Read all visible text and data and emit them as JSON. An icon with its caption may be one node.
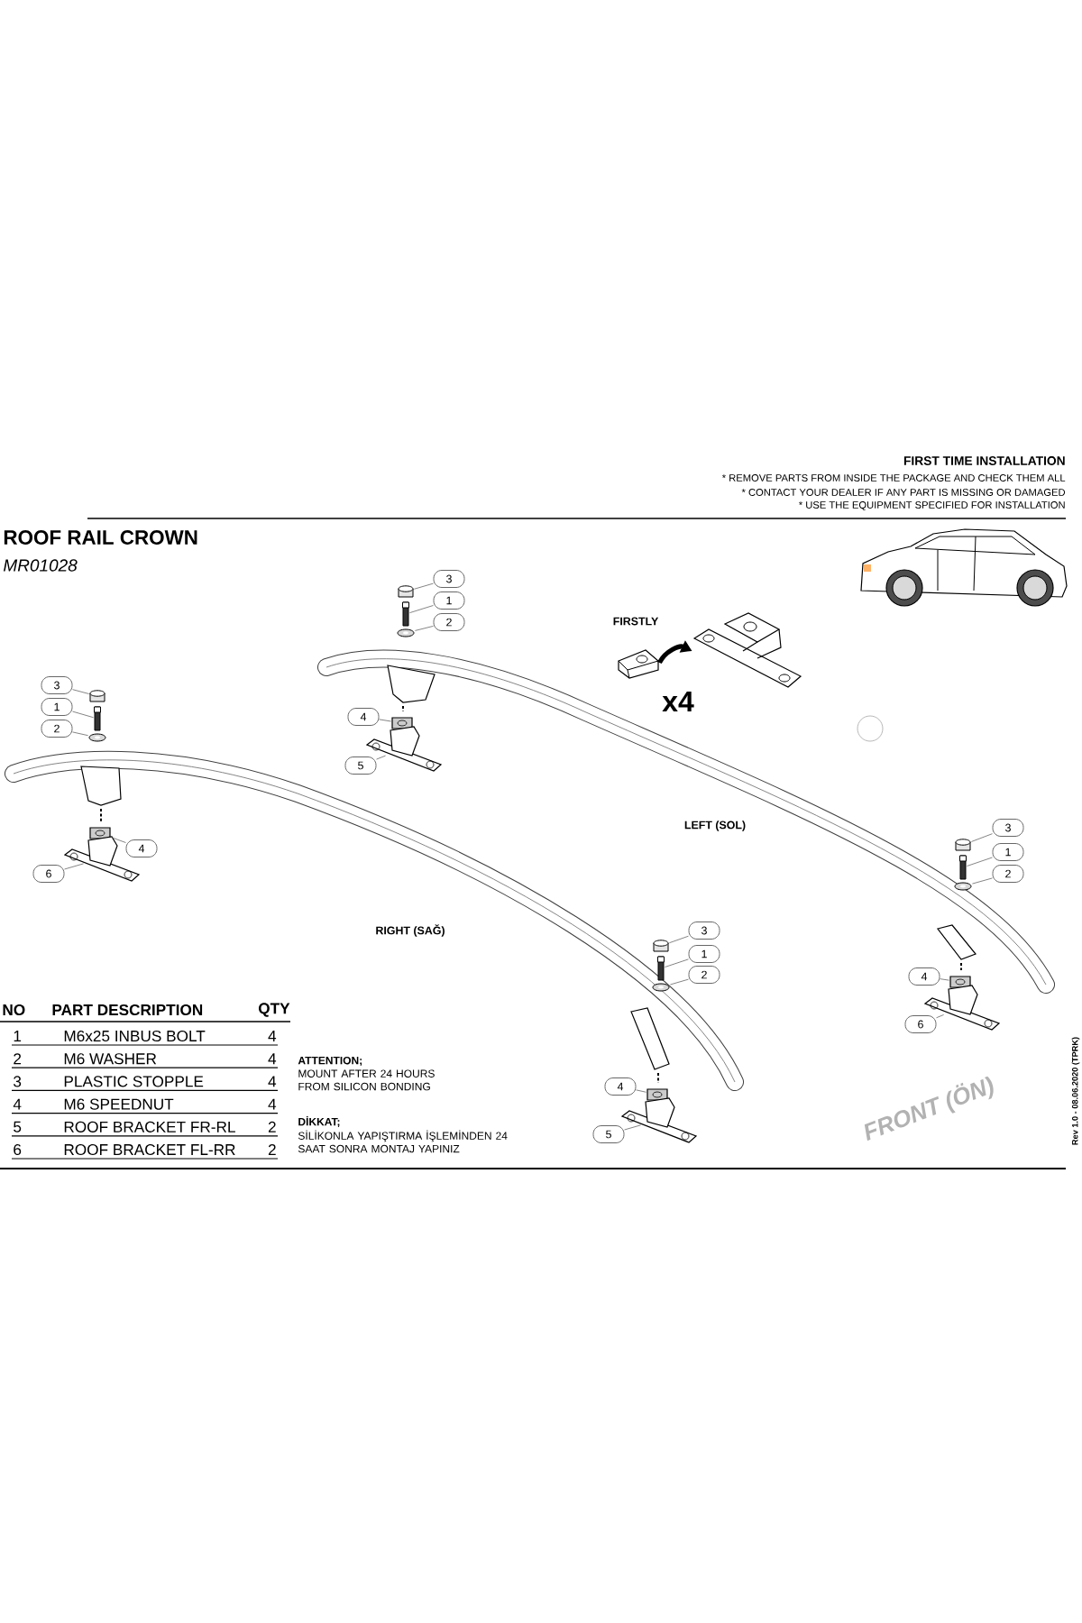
{
  "diagram": {
    "title": "ROOF RAIL CROWN",
    "nodes": [
      {
        "text": [
          "3"
        ]
      },
      {
        "text": [
          "1"
        ]
      },
      {
        "text": [
          "2"
        ]
      },
      {
        "text": [],
        "shape": "picture"
      },
      {
        "text": [],
        "shape": "picture"
      },
      {
        "text": [
          "3"
        ]
      },
      {
        "text": [
          "1"
        ]
      },
      {
        "text": [
          "2"
        ]
      },
      {
        "text": [
          "4"
        ]
      },
      {
        "text": [
          "5"
        ]
      },
      {
        "text": [
          "4"
        ]
      },
      {
        "text": [
          "6"
        ]
      },
      {
        "text": [
          "3"
        ]
      },
      {
        "text": [
          "1"
        ]
      },
      {
        "text": [
          "2"
        ]
      },
      {
        "text": [
          "3"
        ]
      },
      {
        "text": [
          "1"
        ]
      },
      {
        "text": [
          "2"
        ]
      },
      {
        "text": [
          "4"
        ]
      },
      {
        "text": [
          "6"
        ]
      },
      {
        "text": [
          "4"
        ]
      },
      {
        "text": [
          "5"
        ]
      },
      {
        "text": [],
        "shape": "cylinder"
      },
      {
        "text": [],
        "shape": "picture"
      },
      {
        "text": [],
        "shape": "picture"
      },
      {
        "text": [],
        "shape": "picture"
      },
      {
        "text": [],
        "shape": "picture"
      },
      {
        "text": [],
        "shape": "cylinder"
      },
      {
        "text": [],
        "shape": "picture"
      },
      {
        "text": [],
        "shape": "picture"
      },
      {
        "text": [],
        "shape": "picture"
      },
      {
        "text": [],
        "shape": "picture"
      },
      {
        "text": [],
        "shape": "cylinder"
      },
      {
        "text": [],
        "shape": "picture"
      },
      {
        "text": [],
        "shape": "picture"
      },
      {
        "text": [],
        "shape": "picture"
      },
      {
        "text": [],
        "shape": "picture"
      },
      {
        "text": [],
        "shape": "cylinder"
      },
      {
        "text": [],
        "shape": "picture"
      },
      {
        "text": [],
        "shape": "picture"
      },
      {
        "text": [],
        "shape": "picture"
      },
      {
        "text": [],
        "shape": "picture"
      }
    ],
    "edges": [
      {
        "from": 0,
        "to": 22,
        "arrow": "none"
      },
      {
        "from": 1,
        "to": 23,
        "arrow": "none"
      },
      {
        "from": 2,
        "to": 24,
        "arrow": "none"
      },
      {
        "from": 8,
        "to": 25,
        "arrow": "none"
      },
      {
        "from": 9,
        "to": 26,
        "arrow": "none"
      },
      {
        "from": 5,
        "to": 27,
        "arrow": "none"
      },
      {
        "from": 6,
        "to": 28,
        "arrow": "none"
      },
      {
        "from": 7,
        "to": 29,
        "arrow": "none"
      },
      {
        "from": 10,
        "to": 30,
        "arrow": "none"
      },
      {
        "from": 11,
        "to": 31,
        "arrow": "none"
      },
      {
        "from": 12,
        "to": 32,
        "arrow": "none"
      },
      {
        "from": 13,
        "to": 33,
        "arrow": "none"
      },
      {
        "from": 14,
        "to": 34,
        "arrow": "none"
      },
      {
        "from": 18,
        "to": 35,
        "arrow": "none"
      },
      {
        "from": 19,
        "to": 36,
        "arrow": "none"
      },
      {
        "from": 15,
        "to": 37,
        "arrow": "none"
      },
      {
        "from": 16,
        "to": 38,
        "arrow": "none"
      },
      {
        "from": 17,
        "to": 39,
        "arrow": "none"
      },
      {
        "from": 20,
        "to": 40,
        "arrow": "none"
      },
      {
        "from": 21,
        "to": 41,
        "arrow": "none"
      },
      {
        "from": 3,
        "to": 4,
        "arrow": "to",
        "style": "thick",
        "color": "#000000"
      }
    ],
    "labels": [
      "FIRST TIME INSTALLATION",
      "* REMOVE PARTS FROM INSIDE THE PACKAGE AND CHECK THEM ALL",
      "* CONTACT YOUR DEALER IF ANY PART IS MISSING OR DAMAGED",
      "* USE THE EQUIPMENT SPECIFIED FOR INSTALLATION",
      "MR01028",
      "FIRSTLY",
      "x4",
      "LEFT (SOL)",
      "RIGHT (SAĞ)",
      "NO",
      "PART DESCRIPTION",
      "QTY",
      "1",
      "M6x25 INBUS BOLT",
      "4",
      "2",
      "M6 WASHER",
      "4",
      "3",
      "PLASTIC STOPPLE",
      "4",
      "4",
      "M6 SPEEDNUT",
      "4",
      "5",
      "ROOF BRACKET FR-RL",
      "2",
      "6",
      "ROOF BRACKET FL-RR",
      "2",
      "ATTENTION;",
      "MOUNT AFTER 24 HOURS FROM SILICON BONDING",
      "DİKKAT;",
      "SİLİKONLA YAPIŞTIRMA İŞLEMİNDEN 24 SAAT SONRA MONTAJ YAPINIZ",
      "FRONT (ÖN)",
      "Rev 1.0 - 08.06.2020 (TPRK)"
    ]
  }
}
